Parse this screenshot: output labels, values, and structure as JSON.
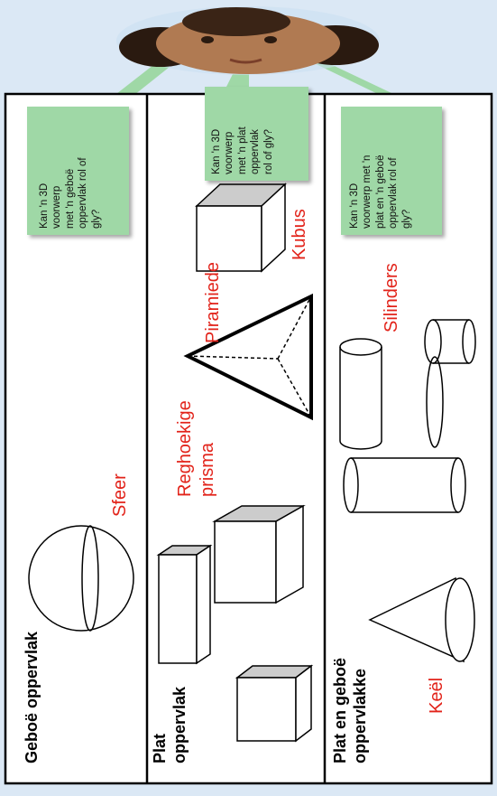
{
  "columns": {
    "curved": {
      "heading": "Geboë oppervlak"
    },
    "flat": {
      "heading_line1": "Plat",
      "heading_line2": "oppervlak"
    },
    "both": {
      "heading_line1": "Plat en geboë",
      "heading_line2": "oppervlakke"
    }
  },
  "shape_labels": {
    "sphere": "Sfeer",
    "prism_line1": "Reghoekige",
    "prism_line2": "prisma",
    "pyramid": "Piramiede",
    "cube": "Kubus",
    "cylinders": "Silinders",
    "cone": "Keël"
  },
  "bubbles": {
    "left": "Kan 'n 3D\nvoorwerp\nmet 'n geboë\noppervlak rol of\ngly?",
    "middle": "Kan 'n 3D\nvoorwerp\nmet 'n plat\noppervlak\nrol of gly?",
    "right": "Kan 'n 3D\nvoorwerp met 'n\nplat en 'n geboë\noppervlak rol of\ngly?"
  },
  "colors": {
    "label_red": "#e2231a",
    "bubble_green": "#9fd8a6",
    "background": "#dbe8f5"
  }
}
